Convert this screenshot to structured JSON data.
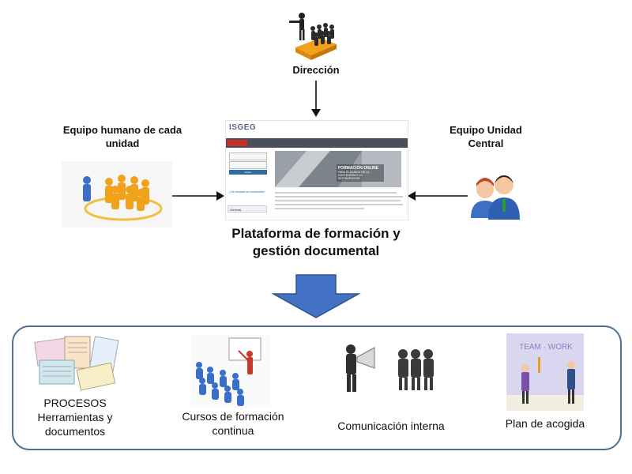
{
  "top": {
    "label": "Dirección"
  },
  "left": {
    "label_line1": "Equipo humano de cada",
    "label_line2": "unidad"
  },
  "right": {
    "label_line1": "Equipo Unidad",
    "label_line2": "Central"
  },
  "center": {
    "title_line1": "Plataforma de formación y",
    "title_line2": "gestión documental",
    "screenshot": {
      "logo": "ISGEG",
      "banner_line1": "FORMACIÓN ONLINE",
      "banner_line2": "PARA EL MUNDO DE LA",
      "banner_line3": "HOSTELERÍA Y LA RESTAURACIÓN",
      "login_button": "Entrar",
      "forgot_link": "¿Ha olvidado su contraseña?",
      "section": "General"
    }
  },
  "items": [
    {
      "line1": "PROCESOS",
      "line2": "Herramientas y",
      "line3": "documentos"
    },
    {
      "line1": "Cursos de formación",
      "line2": "continua"
    },
    {
      "line1": "Comunicación interna"
    },
    {
      "line1": "Plan de acogida"
    }
  ],
  "colors": {
    "arrow_fill": "#4472c4",
    "panel_border": "#4d6f91",
    "figure_orange": "#f0a21a",
    "figure_blue": "#3d6fc4"
  },
  "icons": [
    "leader-crowd-icon",
    "team-group-icon",
    "two-users-icon",
    "documents-icon",
    "training-class-icon",
    "megaphone-icon",
    "teamwork-icon"
  ]
}
